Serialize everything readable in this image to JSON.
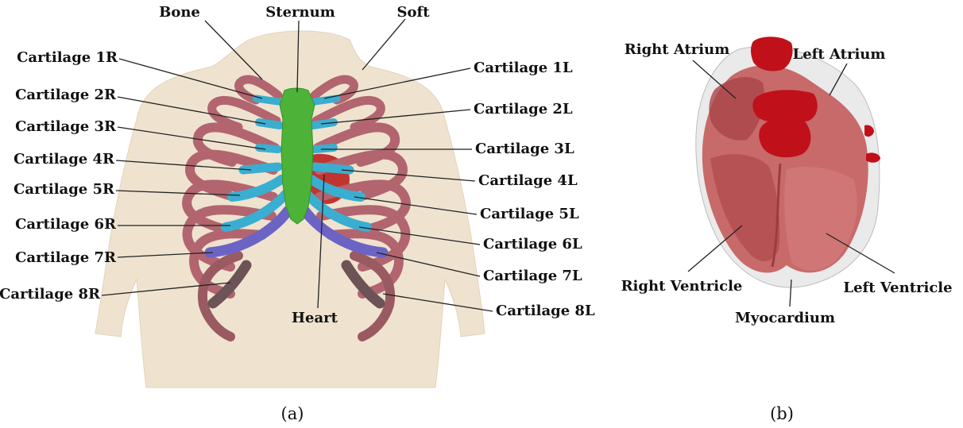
{
  "panel_a": {
    "caption": "(a)",
    "labels": {
      "bone": "Bone",
      "sternum": "Sternum",
      "soft": "Soft",
      "heart": "Heart",
      "c1r": "Cartilage  1R",
      "c2r": "Cartilage  2R",
      "c3r": "Cartilage 3R",
      "c4r": "Cartilage 4R",
      "c5r": "Cartilage 5R",
      "c6r": "Cartilage 6R",
      "c7r": "Cartilage 7R",
      "c8r": "Cartilage 8R",
      "c1l": "Cartilage  1L",
      "c2l": "Cartilage  2L",
      "c3l": "Cartilage  3L",
      "c4l": "Cartilage 4L",
      "c5l": "Cartilage 5L",
      "c6l": "Cartilage 6L",
      "c7l": "Cartilage 7L",
      "c8l": "Cartilage 8L"
    }
  },
  "panel_b": {
    "caption": "(b)",
    "labels": {
      "right_atrium": "Right Atrium",
      "left_atrium": "Left Atrium",
      "right_ventricle": "Right Ventricle",
      "left_ventricle": "Left Ventricle",
      "myocardium": "Myocardium"
    }
  },
  "colors": {
    "skin": "#efe3cf",
    "rib": "#b2656f",
    "rib_dark": "#7d3b46",
    "cartilage_blue": "#3aaed0",
    "cartilage_purple": "#6b64c4",
    "cartilage_gray": "#6b5356",
    "sternum": "#4cb238",
    "heart_red": "#c0352f",
    "heart_tissue": "#c86a6a",
    "vessel": "#c0101a",
    "myocardium_shell": "#d9d9d9"
  }
}
